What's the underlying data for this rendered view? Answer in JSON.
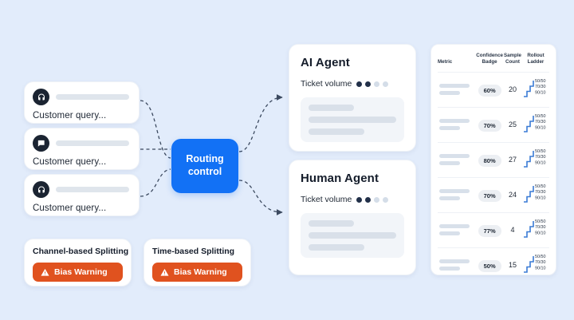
{
  "canvas": {
    "background": "#e2ecfb"
  },
  "queries": {
    "items": [
      {
        "icon": "headset-icon",
        "text": "Customer query..."
      },
      {
        "icon": "chat-bubble-icon",
        "text": "Customer query..."
      },
      {
        "icon": "headset-icon",
        "text": "Customer query..."
      }
    ]
  },
  "routing": {
    "label": "Routing control",
    "color": "#1271f5"
  },
  "agents": [
    {
      "title": "AI Agent",
      "volume_label": "Ticket volume",
      "dots_filled": 2,
      "dots_total": 4
    },
    {
      "title": "Human Agent",
      "volume_label": "Ticket volume",
      "dots_filled": 2,
      "dots_total": 4
    }
  ],
  "bias_cards": [
    {
      "title": "Channel-based Splitting",
      "badge": "Bias Warning",
      "badge_color": "#e0521f"
    },
    {
      "title": "Time-based Splitting",
      "badge": "Bias Warning",
      "badge_color": "#e0521f"
    }
  ],
  "table": {
    "headers": [
      "Metric",
      "Confidence Badge",
      "Sample Count",
      "Rollout Ladder"
    ],
    "ladder_steps": [
      "50/50",
      "70/30",
      "90/10"
    ],
    "ladder_color": "#3a7bd5",
    "rows": [
      {
        "confidence": "60%",
        "sample": "20"
      },
      {
        "confidence": "70%",
        "sample": "25"
      },
      {
        "confidence": "80%",
        "sample": "27"
      },
      {
        "confidence": "70%",
        "sample": "24"
      },
      {
        "confidence": "77%",
        "sample": "4"
      },
      {
        "confidence": "50%",
        "sample": "15"
      }
    ]
  }
}
